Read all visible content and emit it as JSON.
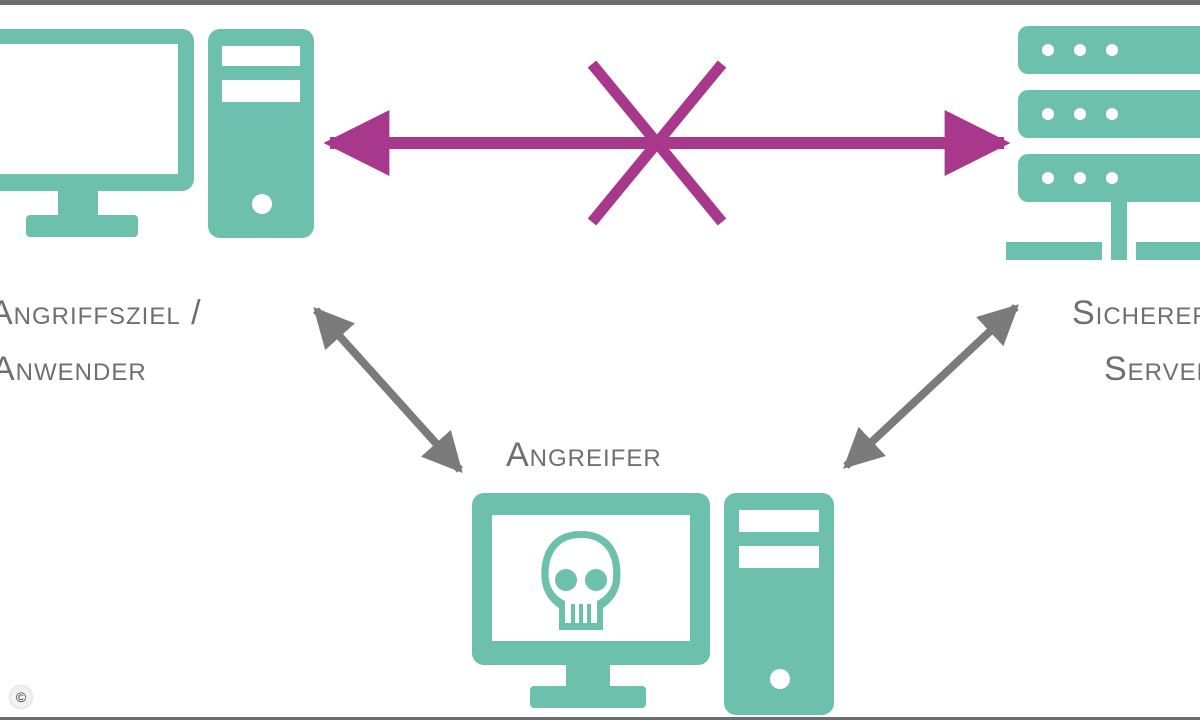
{
  "labels": {
    "target_line1": "Angriffsziel /",
    "target_line2": "Anwender",
    "server_line1": "Sicherer",
    "server_line2": "Server",
    "attacker": "Angreifer"
  },
  "copyright_symbol": "©",
  "colors": {
    "device": "#6dc0ab",
    "blocked_link": "#a8388c",
    "attack_link": "#7b7b7b",
    "label_text": "#6f6f6f"
  },
  "icons": [
    "computer-icon",
    "server-icon",
    "skull-icon"
  ]
}
